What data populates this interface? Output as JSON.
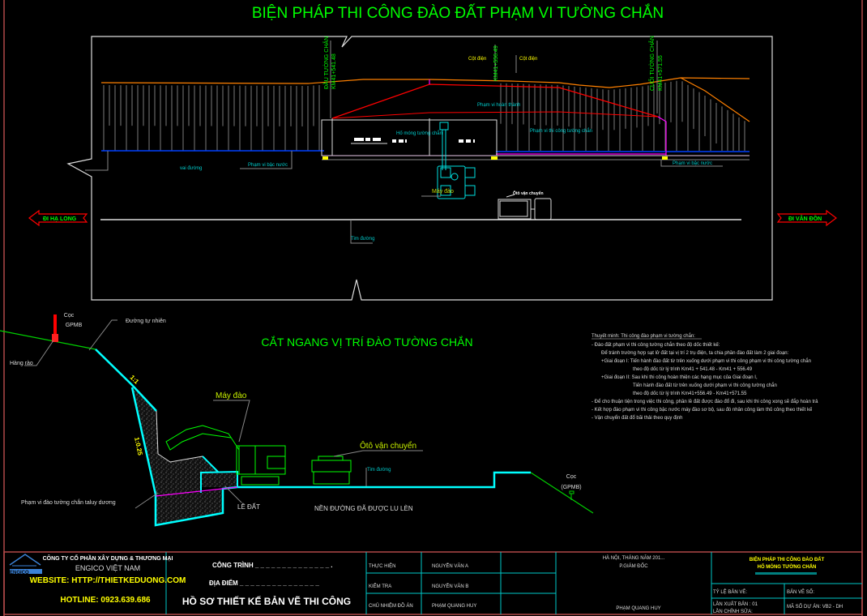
{
  "title": "BIỆN PHÁP THI CÔNG ĐÀO ĐẤT PHẠM VI TƯỜNG CHẮN",
  "colors": {
    "bg": "#000000",
    "title": "#00ff00",
    "cyan": "#00ffff",
    "orange": "#ff8000",
    "red": "#ff0000",
    "magenta": "#ff00ff",
    "blue": "#0040ff",
    "yellow": "#ffff00",
    "border": "#b04848"
  },
  "plan": {
    "start_label": "ĐẦU TƯỜNG CHẮN",
    "start_km": "KM41+541.48",
    "mid_km": "KM41+556.49",
    "end_label": "CUỐI TƯỜNG CHẮN",
    "end_km": "KM41+571.55",
    "pole1": "Cột điện",
    "pole2": "Cột điện",
    "finished_range": "Phạm vi hoàn thành",
    "wall_foundation": "Hố móng tường chắn",
    "construction_range": "Phạm vi thi công tường chắn",
    "road_edge": "vai đường",
    "step_range_left": "Phạm vi bậc nước",
    "step_range_right": "Phạm vi bậc nước",
    "excavator": "Máy đào",
    "truck": "Ôtô vận chuyển",
    "centerline": "Tim đường",
    "dir_left": "ĐI HẠ LONG",
    "dir_right": "ĐI VÂN ĐỒN"
  },
  "section": {
    "title": "CẮT NGANG VỊ TRÍ ĐÀO TƯỜNG CHẮN",
    "stake": "Cọc",
    "stake_code": "GPMB",
    "stake_right": "Cọc",
    "stake_right_code": "(GPMB)",
    "natural_road": "Đường tự nhiên",
    "fence": "Hàng rào",
    "slope1": "1:1",
    "slope2": "1:0.25",
    "excavator": "Máy đào",
    "truck": "Ôtô vận chuyển",
    "centerline": "Tim đường",
    "excavation_range": "Phạm vi đào tường chắn taluy dương",
    "shoulder": "LỀ ĐẤT",
    "subgrade": "NỀN ĐƯỜNG ĐÃ ĐƯỢC LU LÈN"
  },
  "notes": {
    "heading": "Thuyết minh: Thi công đào phạm vi tường chắn:",
    "lines": [
      "- Đào đất phạm vi thi công tường chắn theo độ dốc thiết kế:",
      "Để tránh trường hợp sạt lở đất tại vị trí 2 trụ điện, ta chia phần đào đất làm 2 giai đoạn:",
      "+Giai đoạn I: Tiến hành đào đất từ trên xuống dưới phạm vi thi công phạm vi thi công tường chắn",
      "theo độ dốc từ lý trình Km41 + 541.48 - Km41 + 556.49",
      "+Giai đoạn II: Sau khi thi công hoàn thiện các hạng mục của Giai đoạn I,",
      "Tiến hành đào đất từ trên xuống dưới phạm vi thi công tường chắn",
      "theo độ dốc từ lý trình Km41+556.49 - Km41+571.55",
      "- Để cho thuận tiện trong việc thi công, phần lề đất được đào đổ đi, sau khi thi công xong sẽ đắp hoàn trả",
      "- Kết hợp đào phạm vi thi công bậc nước máy đào sơ bộ, sau đó nhân công làm thủ công theo thiết kế",
      "- Vận chuyển đất đổ bãi thải theo quy định"
    ]
  },
  "titleblock": {
    "logo_text": "ENGICO",
    "company_line1": "CÔNG TY CỔ PHẦN XÂY DỰNG & THƯƠNG MẠI",
    "company_line2": "ENGICO VIỆT NAM",
    "website": "WEBSITE: HTTP://THIETKEDUONG.COM",
    "hotline": "HOTLINE: 0923.639.686",
    "project_label": "CÔNG TRÌNH _ _ _ _ _ _ _ _ _ _ _ _ _ _ .",
    "location_label": "ĐỊA ĐIỂM _ _ _ _ _ _ _ _ _ _ _ _ _ _ _",
    "doc_title": "HỒ SƠ THIẾT KẾ BẢN VẼ THI CÔNG",
    "roles": [
      {
        "role": "THỰC HIỆN",
        "name": "NGUYỄN VĂN A"
      },
      {
        "role": "KIỂM TRA",
        "name": "NGUYỄN VĂN B"
      },
      {
        "role": "CHỦ NHIỆM ĐỒ ÁN",
        "name": "PHẠM QUANG HUY"
      }
    ],
    "date_line": "HÀ NỘI, THÁNG   NĂM 201...",
    "director": "P.GIÁM ĐỐC",
    "director_name": "PHẠM QUANG HUY",
    "scale_label": "TỶ LỆ BẢN VẼ:",
    "drawing_name1": "BIỆN PHÁP THI CÔNG ĐÀO ĐẤT",
    "drawing_name2": "HỐ MÓNG TƯỜNG CHẮN",
    "drawing_no": "BẢN VẼ SỐ:",
    "issue": "LẦN XUẤT BẢN : 01",
    "revision": "LẦN CHỈNH SỬA:",
    "project_code": "MÃ SỐ DỰ ÁN: VB2 - DH"
  }
}
